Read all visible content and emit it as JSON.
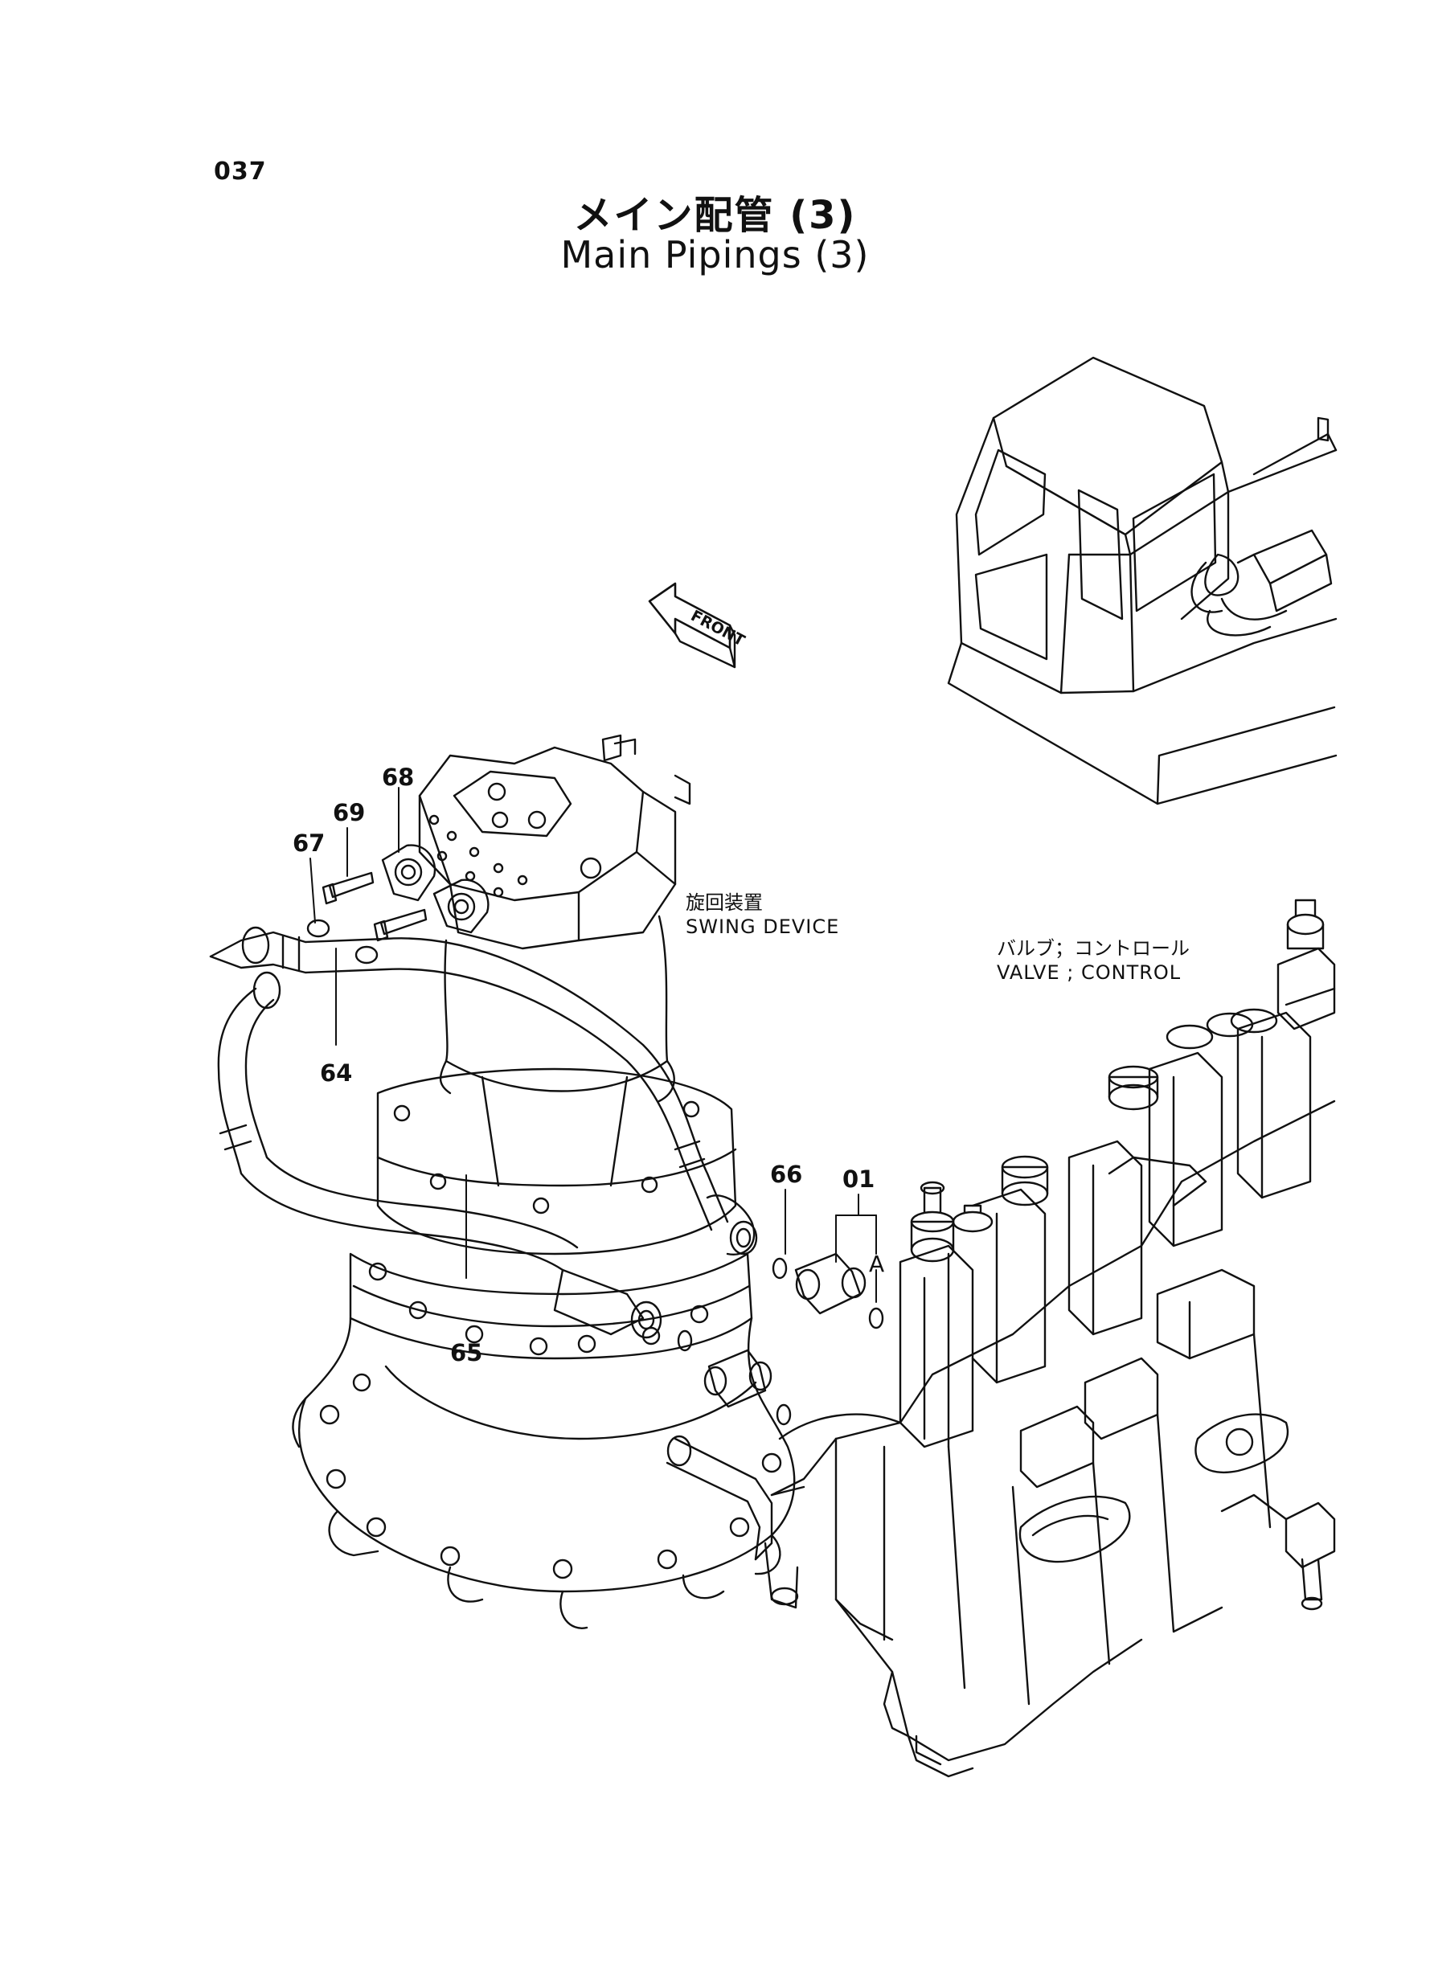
{
  "page_number": "037",
  "title_jp": "メイン配管 (3)",
  "title_en": "Main Pipings (3)",
  "front_label": "FRONT",
  "components": {
    "swing_device_jp": "旋回装置",
    "swing_device_en": "SWING DEVICE",
    "control_valve_jp": "バルブ；コントロール",
    "control_valve_en": "VALVE ; CONTROL"
  },
  "callouts": {
    "p67": "67",
    "p69": "69",
    "p68": "68",
    "p64": "64",
    "p65": "65",
    "p66": "66",
    "p01": "01",
    "pA": "A"
  },
  "colors": {
    "line": "#111111",
    "background": "#ffffff"
  }
}
